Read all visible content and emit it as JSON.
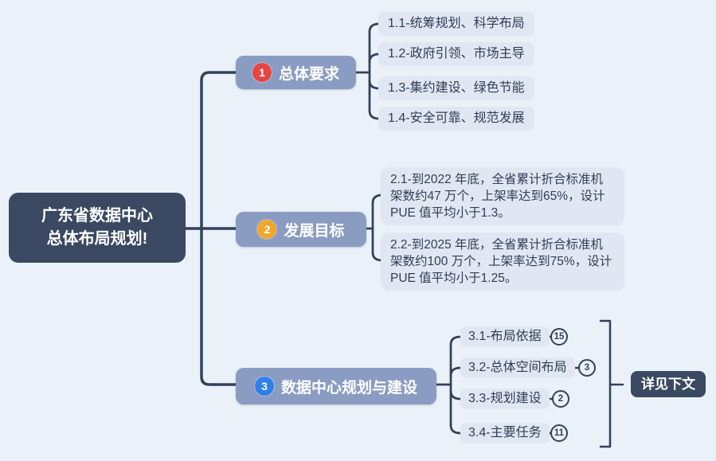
{
  "root": {
    "line1": "广东省数据中心",
    "line2": "总体布局规划!"
  },
  "branches": [
    {
      "badge_number": "1",
      "badge_color": "#e74542",
      "label": "总体要求",
      "children": [
        {
          "label": "1.1-统筹规划、科学布局"
        },
        {
          "label": "1.2-政府引领、市场主导"
        },
        {
          "label": "1.3-集约建设、绿色节能"
        },
        {
          "label": "1.4-安全可靠、规范发展"
        }
      ]
    },
    {
      "badge_number": "2",
      "badge_color": "#f1a72b",
      "label": "发展目标",
      "children": [
        {
          "label": "2.1-到2022 年底，全省累计折合标准机架数约47 万个，上架率达到65%，设计 PUE 值平均小于1.3。"
        },
        {
          "label": "2.2-到2025 年底，全省累计折合标准机架数约100 万个，上架率达到75%，设计 PUE 值平均小于1.25。"
        }
      ]
    },
    {
      "badge_number": "3",
      "badge_color": "#2e80ea",
      "label": "数据中心规划与建设",
      "children": [
        {
          "label": "3.1-布局依据",
          "collapsed_count": "15"
        },
        {
          "label": "3.2-总体空间布局",
          "collapsed_count": "3"
        },
        {
          "label": "3.3-规划建设",
          "collapsed_count": "2"
        },
        {
          "label": "3.4-主要任务",
          "collapsed_count": "11"
        }
      ]
    }
  ],
  "note": {
    "label": "详见下文"
  },
  "colors": {
    "background": "#eaf1f8",
    "dark_node": "#3a4961",
    "branch_node": "#8a9cc2",
    "child_node": "#e1e7f2",
    "connector": "#33415a",
    "text_dark": "#2e3d57"
  }
}
